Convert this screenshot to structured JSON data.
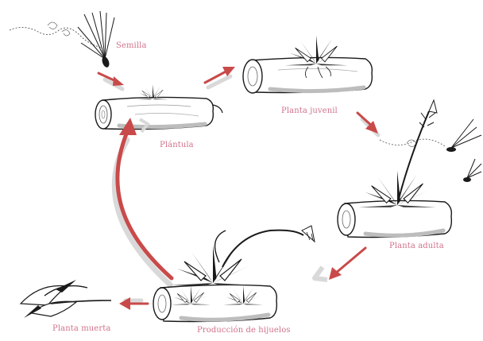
{
  "diagram": {
    "stages": {
      "semilla": "Semilla",
      "plantula": "Plántula",
      "juvenil": "Planta juvenil",
      "adulta": "Planta adulta",
      "hijuelos": "Producción de hijuelos",
      "muerta": "Planta muerta"
    },
    "colors": {
      "label": "#d0728a",
      "arrow": "#c94a4a",
      "arrow_shadow": "#d9d9d9",
      "ink": "#1a1a1a"
    }
  }
}
